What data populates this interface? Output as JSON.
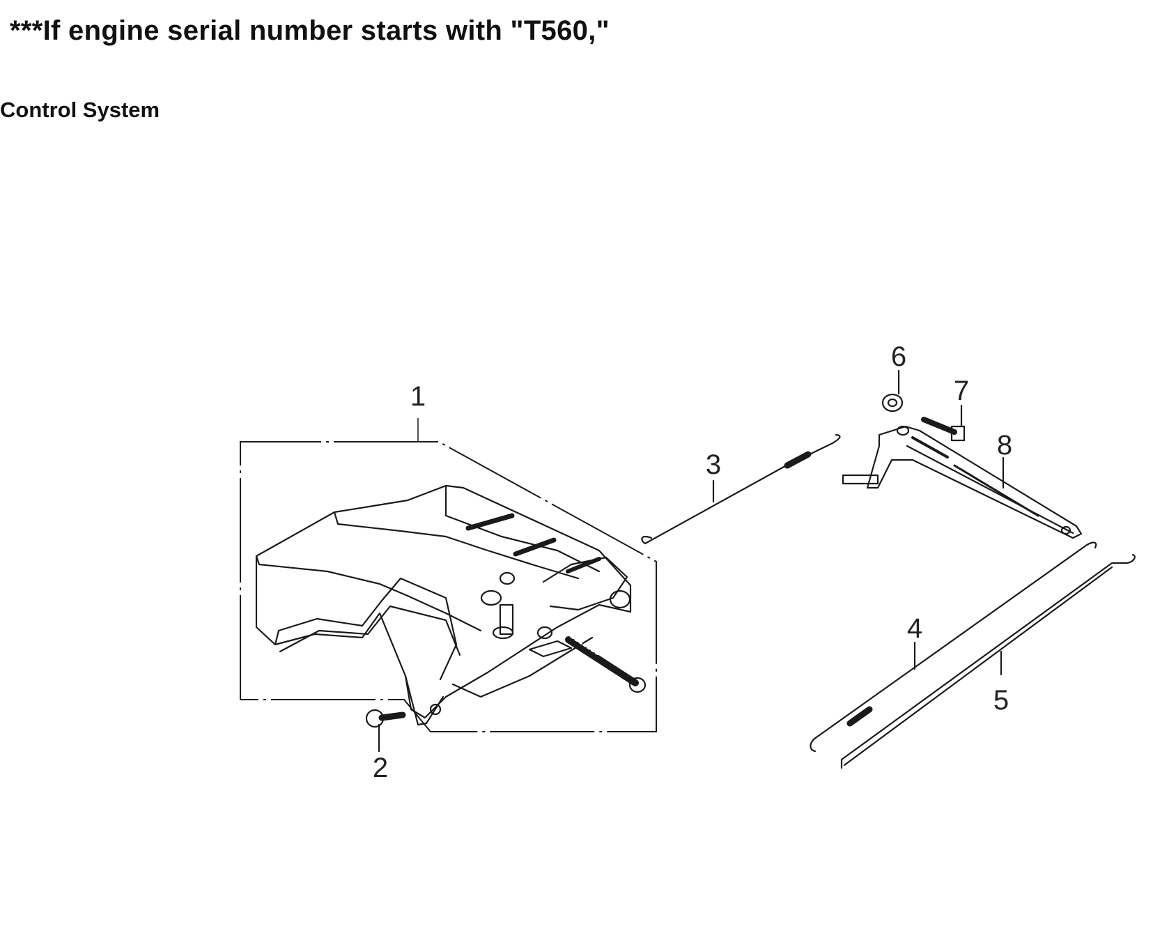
{
  "header": {
    "title": "***If engine serial number starts with \"T560,\"",
    "section": "Control System"
  },
  "diagram": {
    "callouts": [
      {
        "id": "1",
        "label": "1"
      },
      {
        "id": "2",
        "label": "2"
      },
      {
        "id": "3",
        "label": "3"
      },
      {
        "id": "4",
        "label": "4"
      },
      {
        "id": "5",
        "label": "5"
      },
      {
        "id": "6",
        "label": "6"
      },
      {
        "id": "7",
        "label": "7"
      },
      {
        "id": "8",
        "label": "8"
      }
    ]
  }
}
